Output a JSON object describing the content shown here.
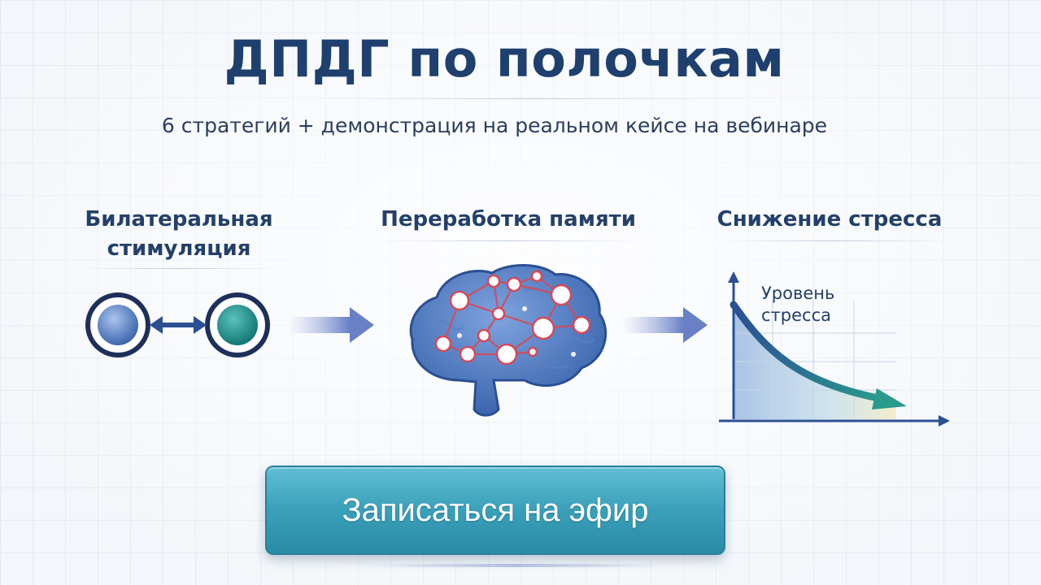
{
  "title": "ДПДГ по полочкам",
  "subtitle": "6 стратегий + демонстрация на реальном кейсе на вебинаре",
  "sections": {
    "bilateral": {
      "label_line1": "Билатеральная",
      "label_line2": "стимуляция"
    },
    "memory": {
      "label": "Переработка памяти"
    },
    "stress": {
      "label": "Снижение стресса",
      "chart_label_line1": "Уровень",
      "chart_label_line2": "стресса"
    }
  },
  "cta": {
    "label": "Записаться на эфир"
  },
  "colors": {
    "title": "#1f3f6e",
    "accent_blue": "#2c4f93",
    "teal": "#1f8a8e",
    "button": "#3aa0ba",
    "node_red": "#d34a5a"
  },
  "icons": [
    "bilateral-circles-icon",
    "double-arrow-icon",
    "flow-arrow-icon",
    "brain-icon",
    "stress-curve-icon"
  ]
}
